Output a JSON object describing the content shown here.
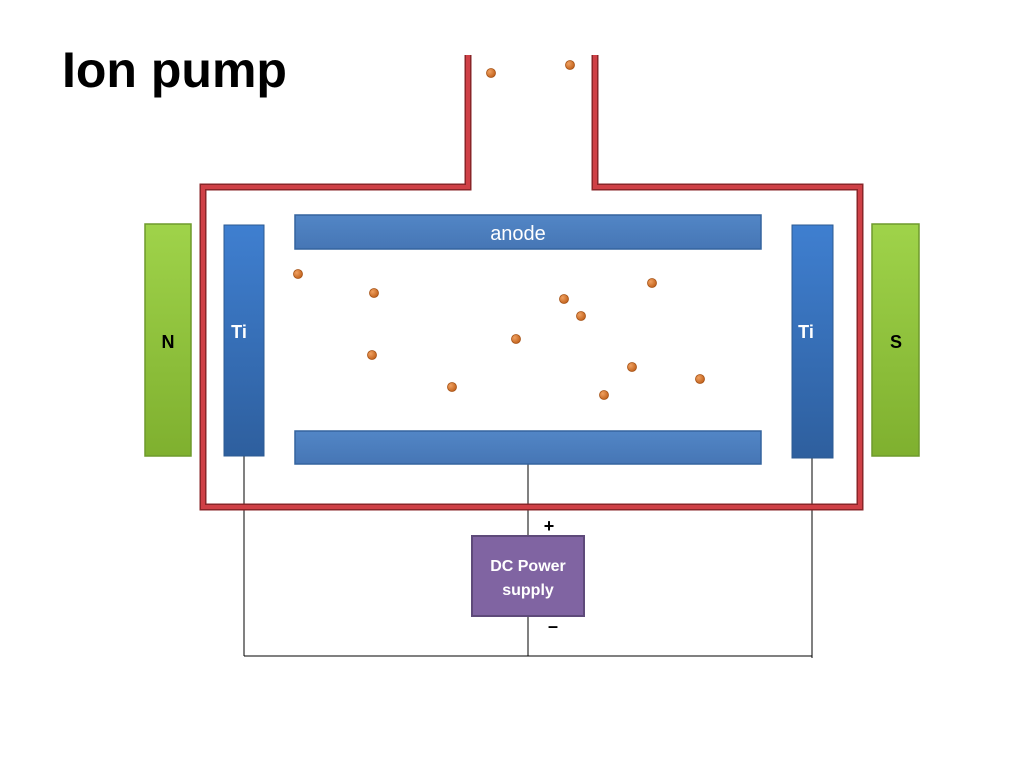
{
  "title": "Ion pump",
  "anode_label": "anode",
  "left_cathode_label": "Ti",
  "right_cathode_label": "Ti",
  "left_magnet_label": "N",
  "right_magnet_label": "S",
  "power_supply": {
    "line1": "DC Power",
    "line2": "supply",
    "positive": "+",
    "negative": "–"
  },
  "colors": {
    "chamber_wall": "#c0373c",
    "electrode": "#4a7fc1",
    "magnet": "#92c83e",
    "power_supply": "#8064a2",
    "particle": "#d9782a"
  }
}
